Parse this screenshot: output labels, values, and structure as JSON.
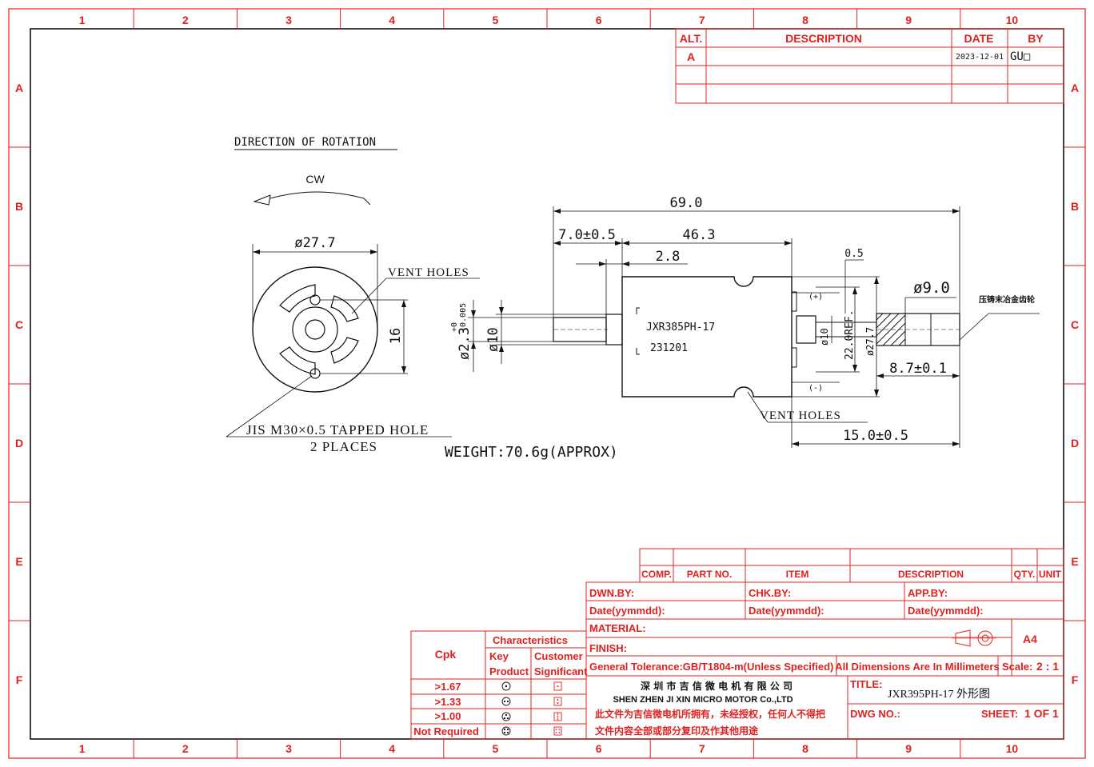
{
  "frame": {
    "columns": [
      "1",
      "2",
      "3",
      "4",
      "5",
      "6",
      "7",
      "8",
      "9",
      "10"
    ],
    "rows": [
      "A",
      "B",
      "C",
      "D",
      "E",
      "F"
    ]
  },
  "revision_table": {
    "headers": {
      "alt": "ALT.",
      "description": "DESCRIPTION",
      "date": "DATE",
      "by": "BY"
    },
    "rows": [
      {
        "alt": "A",
        "description": "",
        "date": "2023-12-01",
        "by": "GU□"
      }
    ]
  },
  "drawing": {
    "rotation_title": "DIRECTION OF ROTATION",
    "rotation_dir": "CW",
    "dia_27_7": "ø27.7",
    "vent_holes_top": "VENT HOLES",
    "dim_16": "16",
    "tapped_hole_line1": "JIS M30×0.5 TAPPED HOLE",
    "tapped_hole_line2": "2 PLACES",
    "weight": "WEIGHT:70.6g(APPROX)",
    "dim_69": "69.0",
    "dim_7": "7.0±0.5",
    "dim_46_3": "46.3",
    "dim_2_8": "2.8",
    "dim_0_5": "0.5",
    "dim_shaft": "ø2.3",
    "dim_shaft_tol_upper": "+0",
    "dim_shaft_tol_lower": "-0.005",
    "dim_phi10_left": "ø10",
    "motor_model": "JXR385PH-17",
    "motor_date": "231201",
    "plus": "(+)",
    "minus": "(-)",
    "dim_phi10_right": "ø10",
    "dim_22": "22.0REF.",
    "dim_27_7v": "ø27.7",
    "dim_9": "ø9.0",
    "gear_note": "压铸末冶金齿轮",
    "dim_8_7": "8.7±0.1",
    "vent_holes_bottom": "VENT HOLES",
    "dim_15": "15.0±0.5"
  },
  "parts_header": {
    "comp": "COMP.",
    "part_no": "PART NO.",
    "item": "ITEM",
    "description": "DESCRIPTION",
    "qty": "QTY.",
    "unit": "UNIT"
  },
  "title_block": {
    "dwn_by": "DWN.BY:",
    "chk_by": "CHK.BY:",
    "app_by": "APP.BY:",
    "date1": "Date(yymmdd):",
    "date2": "Date(yymmdd):",
    "date3": "Date(yymmdd):",
    "material": "MATERIAL:",
    "finish": "FINISH:",
    "size": "A4",
    "tolerance": "General Tolerance:GB/T1804-m(Unless Specified)",
    "dims_note": "All Dimensions Are In Millimeters",
    "scale_label": "Scale:",
    "scale_value": "2 : 1",
    "company_cn": "深 圳 市 吉 信 微 电 机 有 限 公 司",
    "company_en": "SHEN ZHEN JI XIN MICRO MOTOR Co.,LTD",
    "title_label": "TITLE:",
    "title_value": "JXR395PH-17 外形图",
    "notice_line1": "此文件为吉信微电机所拥有，未经授权，任何人不得把",
    "notice_line2": "文件内容全部或部分复印及作其他用途",
    "dwg_no": "DWG NO.:",
    "sheet_label": "SHEET:",
    "sheet_value": "1 OF 1"
  },
  "cpk_table": {
    "cpk": "Cpk",
    "characteristics": "Characteristics",
    "key": "Key",
    "product": "Product",
    "customer": "Customer",
    "significant": "Significant",
    "rows": [
      ">1.67",
      ">1.33",
      ">1.00",
      "Not Required"
    ]
  }
}
